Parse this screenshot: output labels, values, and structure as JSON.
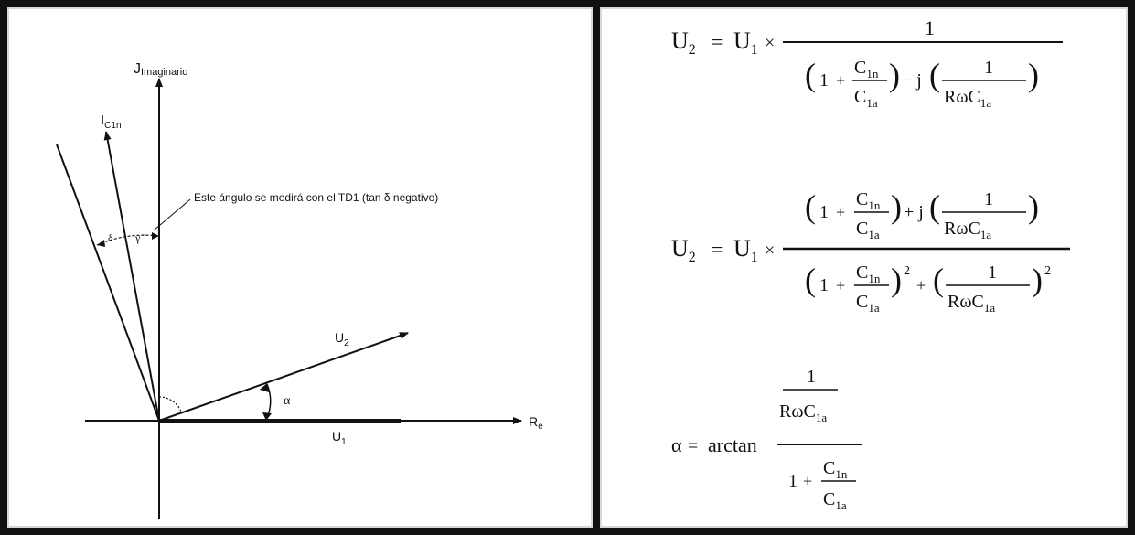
{
  "diagram": {
    "imag_axis_label_j": "J",
    "imag_axis_label_sub": "Imaginario",
    "real_axis_label_r": "R",
    "real_axis_label_sub": "e",
    "current_label_i": "I",
    "current_label_sub": "C1n",
    "delta_label": "δ",
    "gamma_label": "γ",
    "angle_note": "Este ángulo se medirá con el TD1 (tan δ negativo)",
    "u2_label": "U",
    "u2_sub": "2",
    "u1_label": "U",
    "u1_sub": "1",
    "alpha_label": "α"
  },
  "equations": {
    "eq1": {
      "lhs": "U",
      "lhs_sub": "2",
      "rhs_u": "U",
      "rhs_u_sub": "1",
      "times": "×",
      "one": "1",
      "c": "C",
      "c1n_sub": "1n",
      "c1a_sub": "1a",
      "minus_j": "− j",
      "r_omega_c": "RωC"
    },
    "eq2": {
      "lhs": "U",
      "lhs_sub": "2",
      "rhs_u": "U",
      "rhs_u_sub": "1",
      "times": "×",
      "plus_j": "+ j",
      "plus": "+",
      "sq": "2"
    },
    "eq3": {
      "alpha": "α",
      "equals": "=",
      "arctan": "arctan",
      "one": "1",
      "r_omega_c": "RωC",
      "c1a_sub": "1a",
      "c1n_sub": "1n",
      "c": "C",
      "plus": "+"
    }
  }
}
